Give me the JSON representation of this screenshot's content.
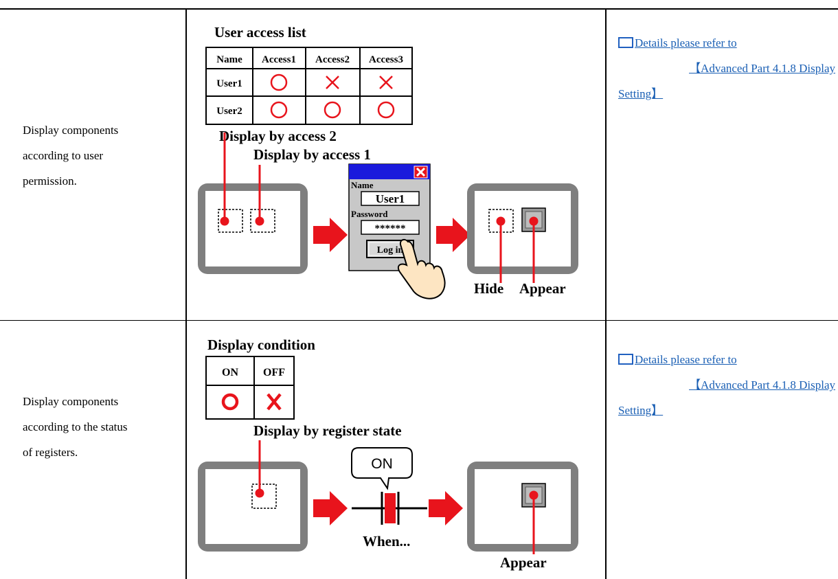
{
  "rows": [
    {
      "description": [
        "Display",
        "components",
        "according",
        "to",
        "user",
        "permission."
      ],
      "reference": {
        "prefix": "Details please refer to",
        "part": "【Advanced Part 4.1.8 Display",
        "setting": "Setting】"
      },
      "figure": {
        "title": "User access list",
        "headers": [
          "Name",
          "Access1",
          "Access2",
          "Access3"
        ],
        "users": [
          {
            "name": "User1",
            "marks": [
              "circle",
              "cross",
              "cross"
            ]
          },
          {
            "name": "User2",
            "marks": [
              "circle",
              "circle",
              "circle"
            ]
          }
        ],
        "label_access2": "Display by access 2",
        "label_access1": "Display by access 1",
        "dialog": {
          "name_label": "Name",
          "name_value": "User1",
          "password_label": "Password",
          "password_value": "******",
          "login_button": "Log in"
        },
        "hide_label": "Hide",
        "appear_label": "Appear"
      }
    },
    {
      "description": [
        "Display",
        "components",
        "according to the status",
        "of registers."
      ],
      "reference": {
        "prefix": "Details please refer to",
        "part": "【Advanced Part 4.1.8 Display",
        "setting": "Setting】"
      },
      "figure": {
        "title": "Display condition",
        "headers": [
          "ON",
          "OFF"
        ],
        "marks": [
          "circle",
          "cross"
        ],
        "label_register": "Display by register state",
        "bubble": "ON",
        "when_label": "When...",
        "appear_label": "Appear"
      }
    }
  ],
  "colors": {
    "red": "#e8141c",
    "grey_frame": "#7f7f7f",
    "link": "#1a5fb4",
    "dialog_title": "#1a1adc"
  }
}
